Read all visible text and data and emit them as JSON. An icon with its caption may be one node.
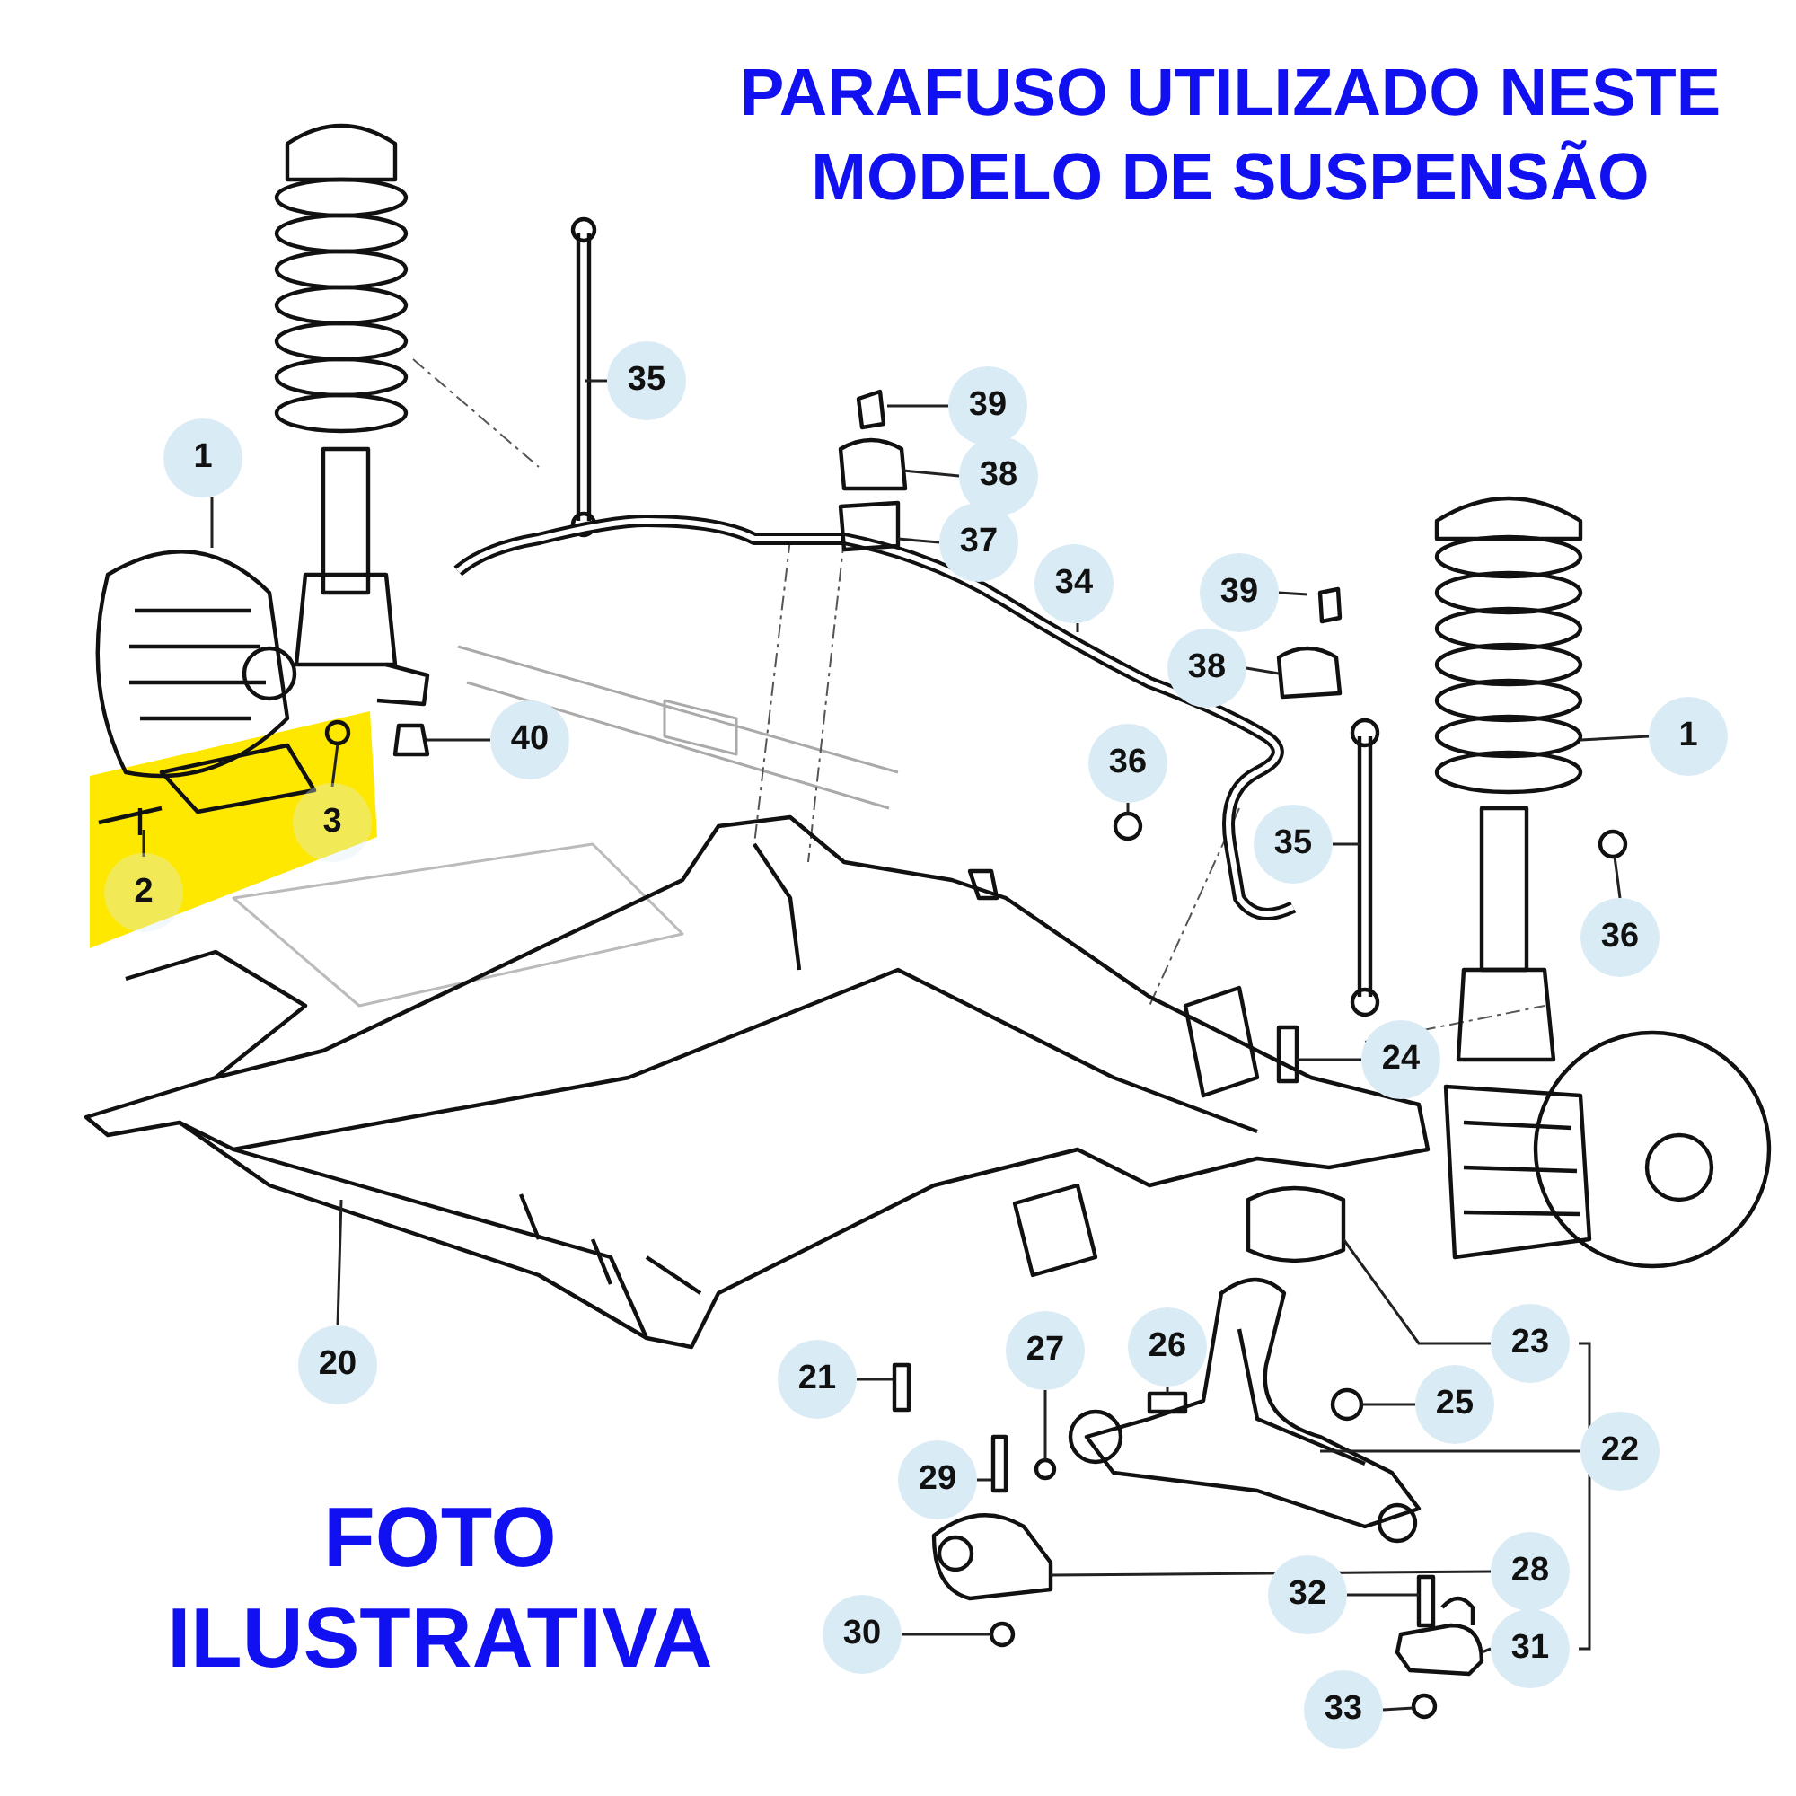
{
  "diagram": {
    "title": "PARAFUSO UTILIZADO NESTE MODELO DE SUSPENSÃO",
    "nodes": [
      {
        "text": [
          "35"
        ]
      },
      {
        "text": [
          "39"
        ]
      },
      {
        "text": [
          "38"
        ]
      },
      {
        "text": [
          "1"
        ]
      },
      {
        "text": [
          "37"
        ]
      },
      {
        "text": [
          "34"
        ]
      },
      {
        "text": [
          "39"
        ]
      },
      {
        "text": [
          "38"
        ]
      },
      {
        "text": [
          "40"
        ]
      },
      {
        "text": [
          "1"
        ]
      },
      {
        "text": [
          "36"
        ]
      },
      {
        "text": [
          "3"
        ]
      },
      {
        "text": [
          "35"
        ]
      },
      {
        "text": [
          "36"
        ]
      },
      {
        "text": [
          "2"
        ]
      },
      {
        "text": [
          "24"
        ]
      },
      {
        "text": [
          "20"
        ]
      },
      {
        "text": [
          "23"
        ]
      },
      {
        "text": [
          "21"
        ]
      },
      {
        "text": [
          "27"
        ]
      },
      {
        "text": [
          "26"
        ]
      },
      {
        "text": [
          "25"
        ]
      },
      {
        "text": [
          "29"
        ]
      },
      {
        "text": [
          "22"
        ]
      },
      {
        "text": [
          "28"
        ]
      },
      {
        "text": [
          "32"
        ]
      },
      {
        "text": [
          "30"
        ]
      },
      {
        "text": [
          "31"
        ]
      },
      {
        "text": [
          "33"
        ]
      }
    ],
    "edges": [
      {
        "from": 0,
        "to": null,
        "arrow": "none"
      },
      {
        "from": 1,
        "to": null,
        "arrow": "none"
      },
      {
        "from": 2,
        "to": null,
        "arrow": "none"
      },
      {
        "from": 3,
        "to": null,
        "arrow": "none"
      },
      {
        "from": 4,
        "to": null,
        "arrow": "none"
      },
      {
        "from": 5,
        "to": null,
        "arrow": "none"
      },
      {
        "from": 6,
        "to": null,
        "arrow": "none"
      },
      {
        "from": 7,
        "to": null,
        "arrow": "none"
      },
      {
        "from": 8,
        "to": null,
        "arrow": "none"
      },
      {
        "from": 9,
        "to": null,
        "arrow": "none"
      },
      {
        "from": 10,
        "to": null,
        "arrow": "none"
      },
      {
        "from": 11,
        "to": null,
        "arrow": "none"
      },
      {
        "from": 12,
        "to": null,
        "arrow": "none"
      },
      {
        "from": 13,
        "to": null,
        "arrow": "none"
      },
      {
        "from": 14,
        "to": null,
        "arrow": "none"
      },
      {
        "from": 15,
        "to": null,
        "arrow": "none"
      },
      {
        "from": 16,
        "to": null,
        "arrow": "none"
      },
      {
        "from": 17,
        "to": null,
        "arrow": "none"
      },
      {
        "from": 18,
        "to": null,
        "arrow": "none"
      },
      {
        "from": 19,
        "to": null,
        "arrow": "none"
      },
      {
        "from": 20,
        "to": null,
        "arrow": "none"
      },
      {
        "from": 21,
        "to": null,
        "arrow": "none"
      },
      {
        "from": 22,
        "to": null,
        "arrow": "none"
      },
      {
        "from": 23,
        "to": null,
        "arrow": "none"
      },
      {
        "from": 24,
        "to": null,
        "arrow": "none"
      },
      {
        "from": 25,
        "to": null,
        "arrow": "none"
      },
      {
        "from": 26,
        "to": null,
        "arrow": "none"
      },
      {
        "from": 27,
        "to": null,
        "arrow": "none"
      },
      {
        "from": 28,
        "to": null,
        "arrow": "none"
      }
    ],
    "labels": [
      "FOTO ILUSTRATIVA"
    ]
  }
}
